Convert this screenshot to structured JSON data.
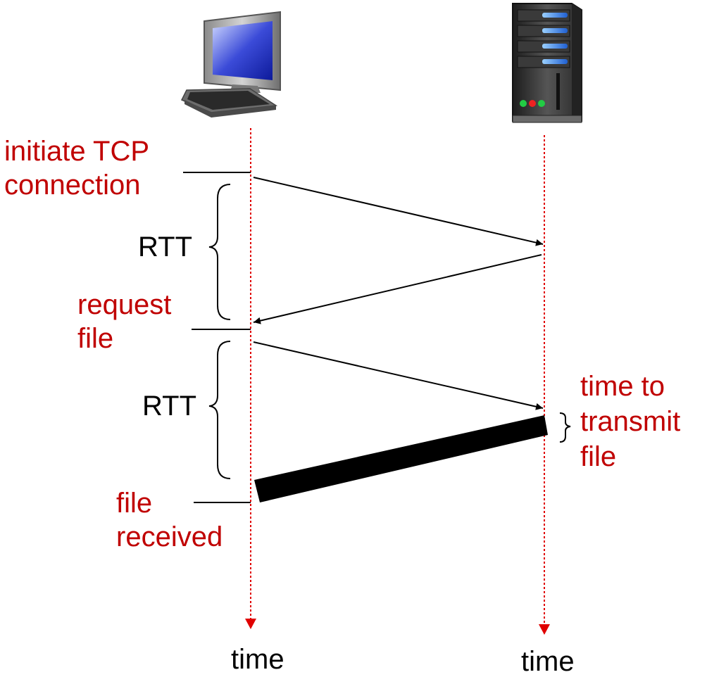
{
  "colors": {
    "annotation": "#c00000",
    "timeline": "#e00000",
    "message": "#000000"
  },
  "labels": {
    "initiate_line1": "initiate TCP",
    "initiate_line2": "connection",
    "rtt_first": "RTT",
    "request_line1": "request",
    "request_line2": "file",
    "rtt_second": "RTT",
    "received_line1": "file",
    "received_line2": "received",
    "transmit_line1": "time to",
    "transmit_line2": "transmit",
    "transmit_line3": "file",
    "client_time": "time",
    "server_time": "time"
  },
  "icons": {
    "client": "desktop-computer-icon",
    "server": "server-tower-icon"
  }
}
